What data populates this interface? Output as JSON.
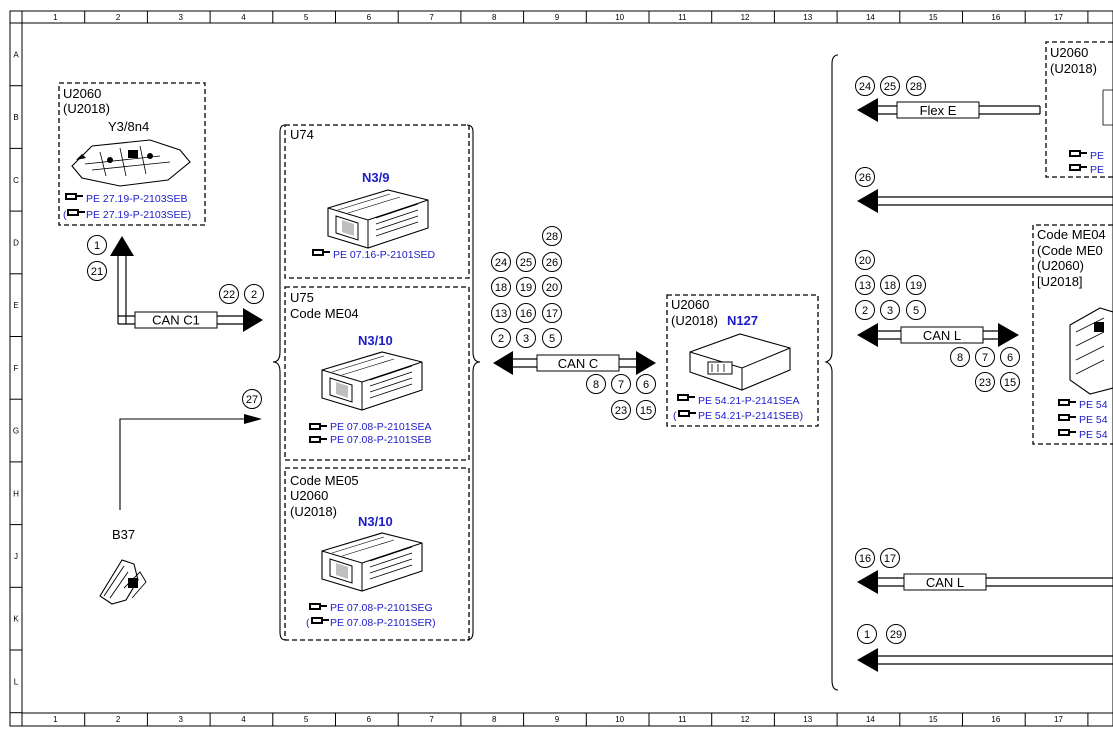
{
  "grid": {
    "columns": [
      "1",
      "2",
      "3",
      "4",
      "5",
      "6",
      "7",
      "8",
      "9",
      "10",
      "11",
      "12",
      "13",
      "14",
      "15",
      "16",
      "17"
    ],
    "rows": [
      "A",
      "B",
      "C",
      "D",
      "E",
      "F",
      "G",
      "H",
      "J",
      "K",
      "L"
    ]
  },
  "colors": {
    "link": "#1c1cc8",
    "ink": "#000000"
  },
  "components": {
    "y3_8n4": {
      "code1": "U2060",
      "code2": "(U2018)",
      "name": "Y3/8n4",
      "refs": [
        "PE 27.19-P-2103SEB",
        "PE 27.19-P-2103SEE)"
      ],
      "ref_prefix": "("
    },
    "u74": {
      "code1": "U74",
      "name": "N3/9",
      "refs": [
        "PE 07.16-P-2101SED"
      ]
    },
    "u75": {
      "code1": "U75",
      "code2": "Code ME04",
      "name": "N3/10",
      "refs": [
        "PE 07.08-P-2101SEA",
        "PE 07.08-P-2101SEB"
      ]
    },
    "me05": {
      "code1": "Code ME05",
      "code2": "U2060",
      "code3": "(U2018)",
      "name": "N3/10",
      "refs": [
        "PE 07.08-P-2101SEG",
        "PE 07.08-P-2101SER)"
      ],
      "ref_prefix": "("
    },
    "n127": {
      "code1": "U2060",
      "code2": "(U2018)",
      "name": "N127",
      "refs": [
        "PE 54.21-P-2141SEA",
        "PE 54.21-P-2141SEB)"
      ],
      "ref_prefix": "("
    },
    "b37": {
      "name": "B37"
    },
    "right_top": {
      "code1": "U2060",
      "code2": "(U2018)",
      "refs": [
        "PE",
        "PE"
      ]
    },
    "right_mid": {
      "code1": "Code ME04",
      "code2": "(Code ME0",
      "code3": "(U2060)",
      "code4": "[U2018]",
      "refs": [
        "PE 54",
        "PE 54",
        "PE 54"
      ]
    }
  },
  "buses": {
    "can_c1": "CAN C1",
    "can_c": "CAN C",
    "flex_e": "Flex E",
    "can_l_upper": "CAN L",
    "can_l_lower": "CAN L"
  },
  "bubbles": {
    "y3_up": [
      "1",
      "21"
    ],
    "can_c1": [
      "22",
      "2"
    ],
    "b37": [
      "27"
    ],
    "can_c_top": [
      "28"
    ],
    "can_c_row1": [
      "24",
      "25",
      "26"
    ],
    "can_c_row2": [
      "18",
      "19",
      "20"
    ],
    "can_c_row3": [
      "13",
      "16",
      "17"
    ],
    "can_c_row4": [
      "2",
      "3",
      "5"
    ],
    "can_c_under1": [
      "8",
      "7",
      "6"
    ],
    "can_c_under2": [
      "23",
      "15"
    ],
    "flex_e": [
      "24",
      "25",
      "28"
    ],
    "arrow_26": [
      "26"
    ],
    "can_l_top": [
      "20"
    ],
    "can_l_row1": [
      "13",
      "18",
      "19"
    ],
    "can_l_row2": [
      "2",
      "3",
      "5"
    ],
    "can_l_under1": [
      "8",
      "7",
      "6"
    ],
    "can_l_under2": [
      "23",
      "15"
    ],
    "can_l_lower": [
      "16",
      "17"
    ],
    "bottom_arrow": [
      "1",
      "29"
    ]
  }
}
